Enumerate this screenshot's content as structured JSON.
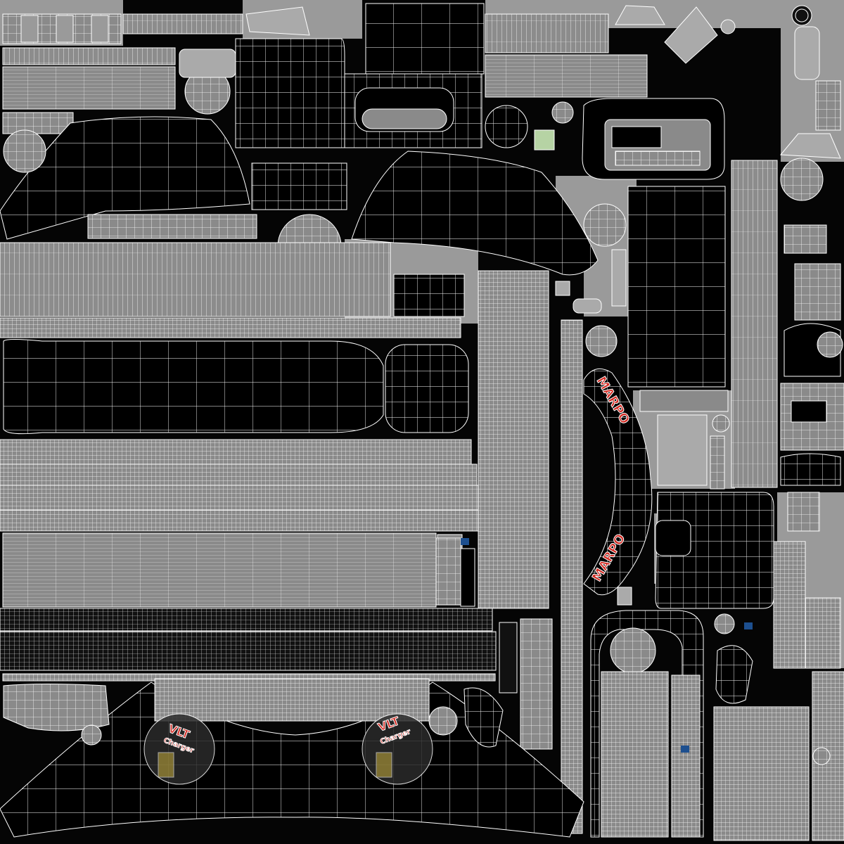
{
  "image": {
    "kind": "uv texture layout wireframe",
    "background_color": "#050505",
    "island_fill_gray": "#8a8a8a",
    "island_fill_dark": "#000000",
    "wire_color": "#ffffff",
    "backdrop_gray": "#9a9a9a"
  },
  "labels": {
    "marpo_top": "MARPO",
    "marpo_bottom": "MARPO",
    "decal_left_line1": "VLT",
    "decal_left_line2": "Charger",
    "decal_right_line1": "VLT",
    "decal_right_line2": "Charger"
  },
  "colors": {
    "accent_red": "#d42a22",
    "decal_yellow": "#b8a23a",
    "marker_blue": "#1d4f8f",
    "green_patch": "#b6d3a4"
  }
}
